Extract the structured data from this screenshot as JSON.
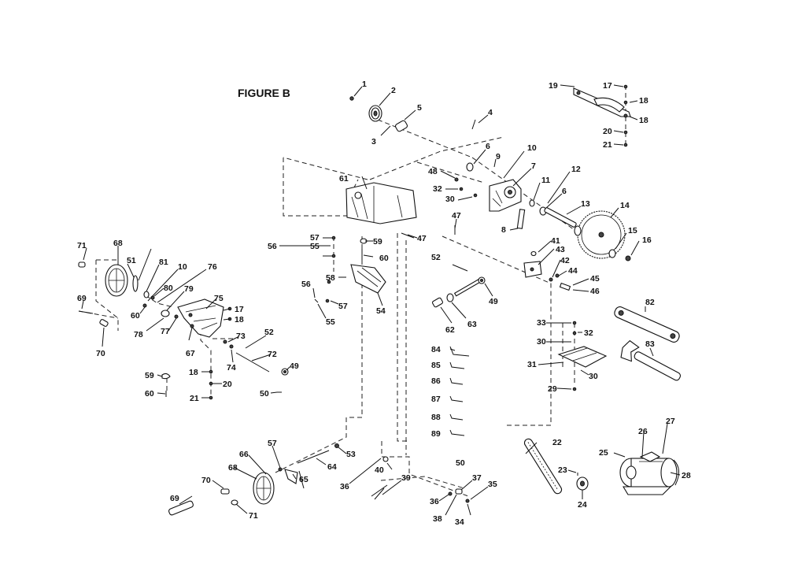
{
  "figure_title": "FIGURE B",
  "parts": [
    {
      "id": "p1",
      "text": "1"
    },
    {
      "id": "p2",
      "text": "2"
    },
    {
      "id": "p3",
      "text": "3"
    },
    {
      "id": "p4",
      "text": "4"
    },
    {
      "id": "p5",
      "text": "5"
    },
    {
      "id": "p6a",
      "text": "6"
    },
    {
      "id": "p6b",
      "text": "6"
    },
    {
      "id": "p7",
      "text": "7"
    },
    {
      "id": "p8",
      "text": "8"
    },
    {
      "id": "p9",
      "text": "9"
    },
    {
      "id": "p10a",
      "text": "10"
    },
    {
      "id": "p10b",
      "text": "10"
    },
    {
      "id": "p11",
      "text": "11"
    },
    {
      "id": "p12",
      "text": "12"
    },
    {
      "id": "p13",
      "text": "13"
    },
    {
      "id": "p14",
      "text": "14"
    },
    {
      "id": "p15",
      "text": "15"
    },
    {
      "id": "p16",
      "text": "16"
    },
    {
      "id": "p17a",
      "text": "17"
    },
    {
      "id": "p17b",
      "text": "17"
    },
    {
      "id": "p18a",
      "text": "18"
    },
    {
      "id": "p18b",
      "text": "18"
    },
    {
      "id": "p18c",
      "text": "18"
    },
    {
      "id": "p18d",
      "text": "18"
    },
    {
      "id": "p19",
      "text": "19"
    },
    {
      "id": "p20a",
      "text": "20"
    },
    {
      "id": "p20b",
      "text": "20"
    },
    {
      "id": "p21a",
      "text": "21"
    },
    {
      "id": "p21b",
      "text": "21"
    },
    {
      "id": "p22",
      "text": "22"
    },
    {
      "id": "p23",
      "text": "23"
    },
    {
      "id": "p24",
      "text": "24"
    },
    {
      "id": "p25",
      "text": "25"
    },
    {
      "id": "p26",
      "text": "26"
    },
    {
      "id": "p27",
      "text": "27"
    },
    {
      "id": "p28",
      "text": "28"
    },
    {
      "id": "p29",
      "text": "29"
    },
    {
      "id": "p30a",
      "text": "30"
    },
    {
      "id": "p30b",
      "text": "30"
    },
    {
      "id": "p30c",
      "text": "30"
    },
    {
      "id": "p31",
      "text": "31"
    },
    {
      "id": "p32a",
      "text": "32"
    },
    {
      "id": "p32b",
      "text": "32"
    },
    {
      "id": "p33",
      "text": "33"
    },
    {
      "id": "p34",
      "text": "34"
    },
    {
      "id": "p35",
      "text": "35"
    },
    {
      "id": "p36a",
      "text": "36"
    },
    {
      "id": "p36b",
      "text": "36"
    },
    {
      "id": "p37",
      "text": "37"
    },
    {
      "id": "p38",
      "text": "38"
    },
    {
      "id": "p39",
      "text": "39"
    },
    {
      "id": "p40",
      "text": "40"
    },
    {
      "id": "p41",
      "text": "41"
    },
    {
      "id": "p42",
      "text": "42"
    },
    {
      "id": "p43",
      "text": "43"
    },
    {
      "id": "p44",
      "text": "44"
    },
    {
      "id": "p45",
      "text": "45"
    },
    {
      "id": "p46",
      "text": "46"
    },
    {
      "id": "p47a",
      "text": "47"
    },
    {
      "id": "p47b",
      "text": "47"
    },
    {
      "id": "p48",
      "text": "48"
    },
    {
      "id": "p49a",
      "text": "49"
    },
    {
      "id": "p49b",
      "text": "49"
    },
    {
      "id": "p50a",
      "text": "50"
    },
    {
      "id": "p50b",
      "text": "50"
    },
    {
      "id": "p51",
      "text": "51"
    },
    {
      "id": "p52a",
      "text": "52"
    },
    {
      "id": "p52b",
      "text": "52"
    },
    {
      "id": "p53",
      "text": "53"
    },
    {
      "id": "p54",
      "text": "54"
    },
    {
      "id": "p55a",
      "text": "55"
    },
    {
      "id": "p55b",
      "text": "55"
    },
    {
      "id": "p56a",
      "text": "56"
    },
    {
      "id": "p56b",
      "text": "56"
    },
    {
      "id": "p57a",
      "text": "57"
    },
    {
      "id": "p57b",
      "text": "57"
    },
    {
      "id": "p57c",
      "text": "57"
    },
    {
      "id": "p58",
      "text": "58"
    },
    {
      "id": "p59a",
      "text": "59"
    },
    {
      "id": "p59b",
      "text": "59"
    },
    {
      "id": "p60a",
      "text": "60"
    },
    {
      "id": "p60b",
      "text": "60"
    },
    {
      "id": "p60c",
      "text": "60"
    },
    {
      "id": "p61",
      "text": "61"
    },
    {
      "id": "p62",
      "text": "62"
    },
    {
      "id": "p63",
      "text": "63"
    },
    {
      "id": "p64",
      "text": "64"
    },
    {
      "id": "p65",
      "text": "65"
    },
    {
      "id": "p66",
      "text": "66"
    },
    {
      "id": "p67",
      "text": "67"
    },
    {
      "id": "p68a",
      "text": "68"
    },
    {
      "id": "p68b",
      "text": "68"
    },
    {
      "id": "p69a",
      "text": "69"
    },
    {
      "id": "p69b",
      "text": "69"
    },
    {
      "id": "p70a",
      "text": "70"
    },
    {
      "id": "p70b",
      "text": "70"
    },
    {
      "id": "p71a",
      "text": "71"
    },
    {
      "id": "p71b",
      "text": "71"
    },
    {
      "id": "p72",
      "text": "72"
    },
    {
      "id": "p73",
      "text": "73"
    },
    {
      "id": "p74",
      "text": "74"
    },
    {
      "id": "p75",
      "text": "75"
    },
    {
      "id": "p76",
      "text": "76"
    },
    {
      "id": "p77",
      "text": "77"
    },
    {
      "id": "p78",
      "text": "78"
    },
    {
      "id": "p79",
      "text": "79"
    },
    {
      "id": "p80",
      "text": "80"
    },
    {
      "id": "p81",
      "text": "81"
    },
    {
      "id": "p82",
      "text": "82"
    },
    {
      "id": "p83",
      "text": "83"
    },
    {
      "id": "p84",
      "text": "84"
    },
    {
      "id": "p85",
      "text": "85"
    },
    {
      "id": "p86",
      "text": "86"
    },
    {
      "id": "p87",
      "text": "87"
    },
    {
      "id": "p88",
      "text": "88"
    },
    {
      "id": "p89",
      "text": "89"
    }
  ]
}
